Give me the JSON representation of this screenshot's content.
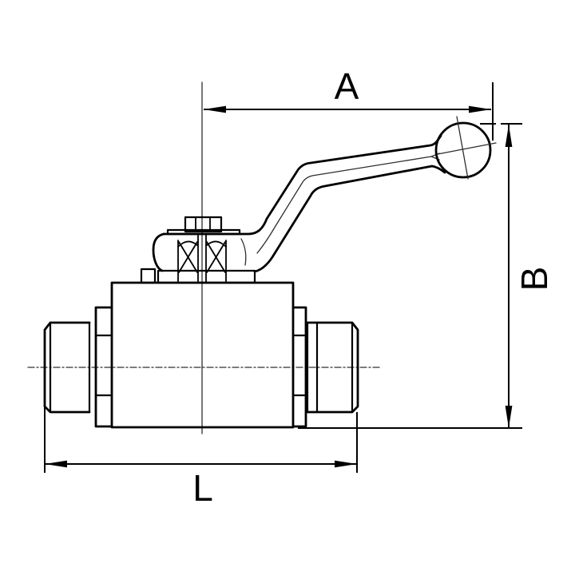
{
  "drawing": {
    "background_color": "#ffffff",
    "line_color": "#000000",
    "centerline_color": "#3c3c3c",
    "labels": {
      "dim_a": "A",
      "dim_b": "B",
      "dim_l": "L"
    }
  }
}
